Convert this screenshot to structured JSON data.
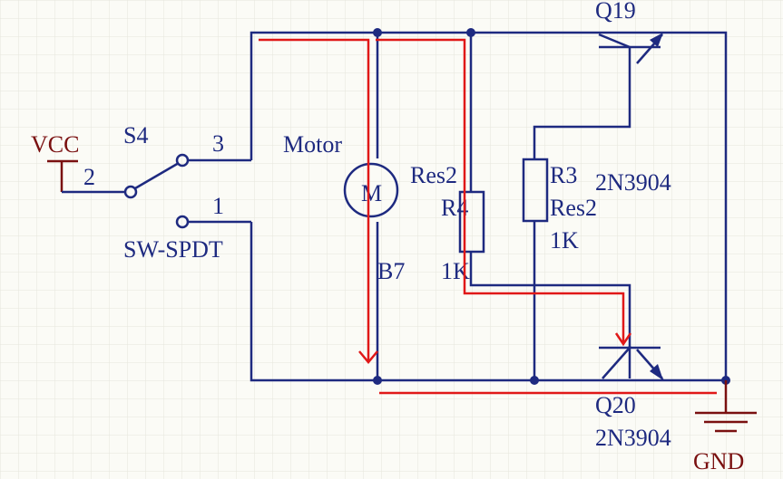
{
  "labels": {
    "vcc": "VCC",
    "gnd": "GND",
    "switch_ref": "S4",
    "switch_type": "SW-SPDT",
    "switch_pin_common": "2",
    "switch_pin_3": "3",
    "switch_pin_1": "1",
    "motor_name": "Motor",
    "motor_symbol": "M",
    "motor_ref": "B7",
    "r4_ref": "R4",
    "r4_type": "Res2",
    "r4_value": "1K",
    "r3_ref": "R3",
    "r3_type": "Res2",
    "r3_value": "1K",
    "q19_ref": "Q19",
    "q19_type": "2N3904",
    "q20_ref": "Q20",
    "q20_type": "2N3904"
  },
  "colors": {
    "background": "#fbfbf6",
    "grid": "#e6e6dc",
    "wire": "#1e2a80",
    "power": "#7a1010",
    "current_flow": "#e01818"
  }
}
